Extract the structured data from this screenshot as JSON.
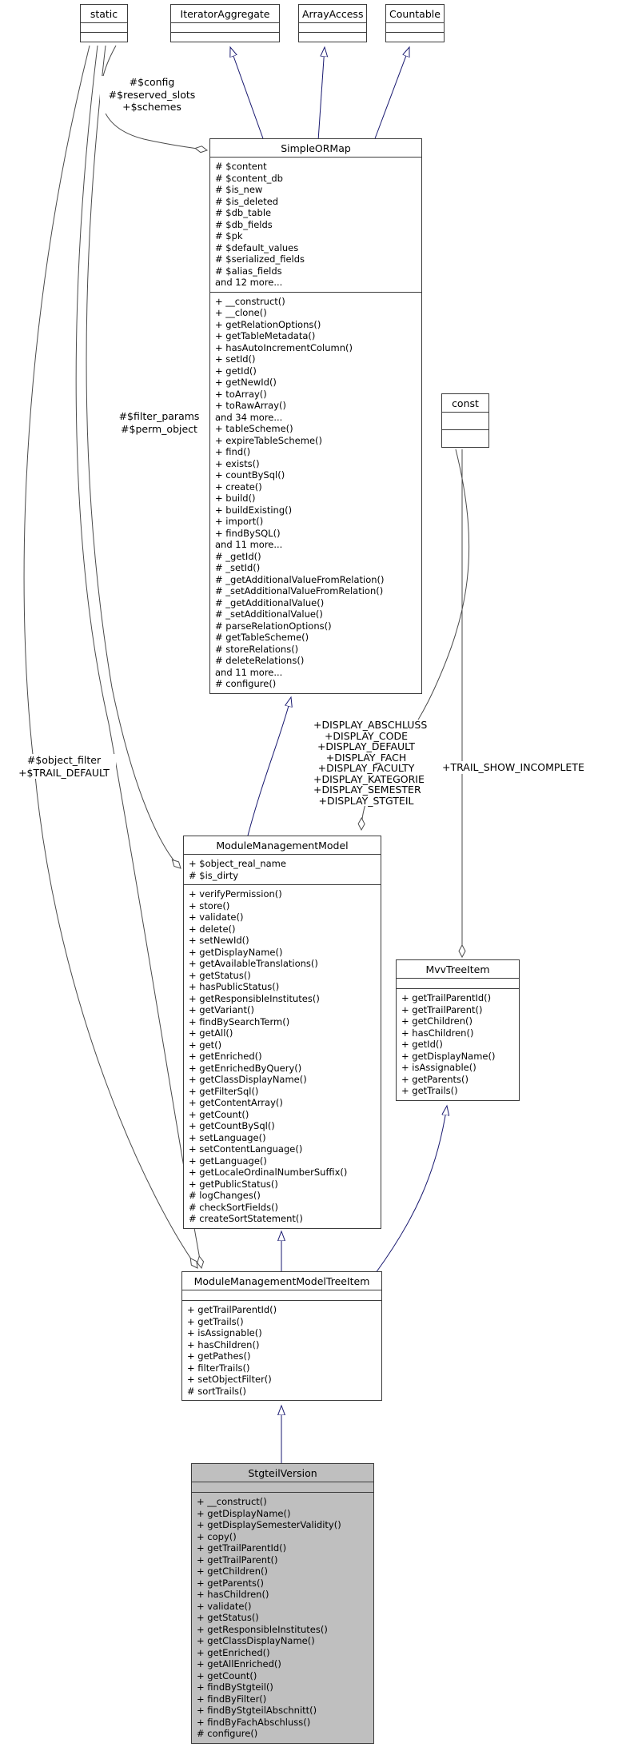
{
  "diagram": {
    "classes": {
      "static_box": {
        "name": "static"
      },
      "iterator_aggregate": {
        "name": "IteratorAggregate"
      },
      "array_access": {
        "name": "ArrayAccess"
      },
      "countable": {
        "name": "Countable"
      },
      "const_box": {
        "name": "const"
      },
      "simple_or_map": {
        "name": "SimpleORMap",
        "attributes": [
          "# $content",
          "# $content_db",
          "# $is_new",
          "# $is_deleted",
          "# $db_table",
          "# $db_fields",
          "# $pk",
          "# $default_values",
          "# $serialized_fields",
          "# $alias_fields",
          "and 12 more..."
        ],
        "methods": [
          "+ __construct()",
          "+ __clone()",
          "+ getRelationOptions()",
          "+ getTableMetadata()",
          "+ hasAutoIncrementColumn()",
          "+ setId()",
          "+ getId()",
          "+ getNewId()",
          "+ toArray()",
          "+ toRawArray()",
          "and 34 more...",
          "+ tableScheme()",
          "+ expireTableScheme()",
          "+ find()",
          "+ exists()",
          "+ countBySql()",
          "+ create()",
          "+ build()",
          "+ buildExisting()",
          "+ import()",
          "+ findBySQL()",
          "and 11 more...",
          "# _getId()",
          "# _setId()",
          "# _getAdditionalValueFromRelation()",
          "# _setAdditionalValueFromRelation()",
          "# _getAdditionalValue()",
          "# _setAdditionalValue()",
          "# parseRelationOptions()",
          "# getTableScheme()",
          "# storeRelations()",
          "# deleteRelations()",
          "and 11 more...",
          "# configure()"
        ]
      },
      "module_management_model": {
        "name": "ModuleManagementModel",
        "attributes": [
          "+ $object_real_name",
          "# $is_dirty"
        ],
        "methods": [
          "+ verifyPermission()",
          "+ store()",
          "+ validate()",
          "+ delete()",
          "+ setNewId()",
          "+ getDisplayName()",
          "+ getAvailableTranslations()",
          "+ getStatus()",
          "+ hasPublicStatus()",
          "+ getResponsibleInstitutes()",
          "+ getVariant()",
          "+ findBySearchTerm()",
          "+ getAll()",
          "+ get()",
          "+ getEnriched()",
          "+ getEnrichedByQuery()",
          "+ getClassDisplayName()",
          "+ getFilterSql()",
          "+ getContentArray()",
          "+ getCount()",
          "+ getCountBySql()",
          "+ setLanguage()",
          "+ setContentLanguage()",
          "+ getLanguage()",
          "+ getLocaleOrdinalNumberSuffix()",
          "+ getPublicStatus()",
          "# logChanges()",
          "# checkSortFields()",
          "# createSortStatement()"
        ]
      },
      "mvv_tree_item": {
        "name": "MvvTreeItem",
        "methods": [
          "+ getTrailParentId()",
          "+ getTrailParent()",
          "+ getChildren()",
          "+ hasChildren()",
          "+ getId()",
          "+ getDisplayName()",
          "+ isAssignable()",
          "+ getParents()",
          "+ getTrails()"
        ]
      },
      "module_management_model_tree_item": {
        "name": "ModuleManagementModelTreeItem",
        "methods": [
          "+ getTrailParentId()",
          "+ getTrails()",
          "+ isAssignable()",
          "+ hasChildren()",
          "+ getPathes()",
          "+ filterTrails()",
          "+ setObjectFilter()",
          "# sortTrails()"
        ]
      },
      "stgteil_version": {
        "name": "StgteilVersion",
        "methods": [
          "+ __construct()",
          "+ getDisplayName()",
          "+ getDisplaySemesterValidity()",
          "+ copy()",
          "+ getTrailParentId()",
          "+ getTrailParent()",
          "+ getChildren()",
          "+ getParents()",
          "+ hasChildren()",
          "+ validate()",
          "+ getStatus()",
          "+ getResponsibleInstitutes()",
          "+ getClassDisplayName()",
          "+ getEnriched()",
          "+ getAllEnriched()",
          "+ getCount()",
          "+ findByStgteil()",
          "+ findByFilter()",
          "+ findByStgteilAbschnitt()",
          "+ findByFachAbschluss()",
          "# configure()"
        ]
      }
    },
    "edge_labels": {
      "static_to_simpleormap": [
        "#$config",
        "#$reserved_slots",
        "+$schemes"
      ],
      "static_to_mmm": [
        "#$filter_params",
        "#$perm_object"
      ],
      "static_to_mmmtreeitem": [
        "#$object_filter",
        "+$TRAIL_DEFAULT"
      ],
      "const_to_mmm": [
        "+DISPLAY_ABSCHLUSS",
        "+DISPLAY_CODE",
        "+DISPLAY_DEFAULT",
        "+DISPLAY_FACH",
        "+DISPLAY_FACULTY",
        "+DISPLAY_KATEGORIE",
        "+DISPLAY_SEMESTER",
        "+DISPLAY_STGTEIL"
      ],
      "const_to_mvvtreeitem": [
        "+TRAIL_SHOW_INCOMPLETE"
      ]
    },
    "colors": {
      "inheritance": "#191970",
      "aggregation": "#4a4a4a",
      "box_border": "#3c3c3c",
      "highlight_fill": "#bfbfbf",
      "box_fill": "#ffffff"
    }
  }
}
